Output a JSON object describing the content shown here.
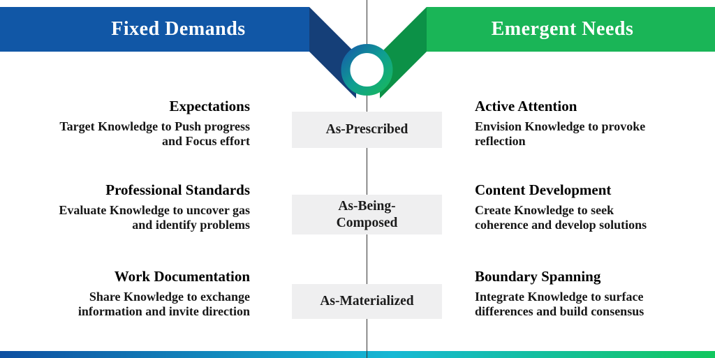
{
  "banners": {
    "left": "Fixed Demands",
    "right": "Emergent Needs"
  },
  "rows": [
    {
      "center_label_lines": [
        "As-Prescribed"
      ],
      "left": {
        "title": "Expectations",
        "body_lines": [
          "Target Knowledge to Push progress",
          "and Focus effort"
        ]
      },
      "right": {
        "title": "Active Attention",
        "body_lines": [
          "Envision Knowledge to provoke",
          "reflection"
        ]
      }
    },
    {
      "center_label_lines": [
        "As-Being-",
        "Composed"
      ],
      "left": {
        "title": "Professional Standards",
        "body_lines": [
          "Evaluate Knowledge to uncover gas",
          "and identify problems"
        ]
      },
      "right": {
        "title": "Content Development",
        "body_lines": [
          "Create Knowledge to seek",
          "coherence and develop solutions"
        ]
      }
    },
    {
      "center_label_lines": [
        "As-Materialized"
      ],
      "left": {
        "title": "Work Documentation",
        "body_lines": [
          "Share Knowledge to exchange",
          "information and invite direction"
        ]
      },
      "right": {
        "title": "Boundary Spanning",
        "body_lines": [
          "Integrate Knowledge to surface",
          "differences and build consensus"
        ]
      }
    }
  ],
  "colors": {
    "banner_blue": "#1157a6",
    "ribbon_fold_navy": "#153f78",
    "banner_green": "#1ab557",
    "ribbon_fold_green": "#0c9147",
    "ring_gradient": [
      "#1560a8",
      "#0f9e92",
      "#18b75f"
    ],
    "bottom_bar_gradient": [
      "#0e4fa1",
      "#16b8d4",
      "#12c75e"
    ],
    "label_box_grey": "#efeff0",
    "axis_line": "#303030"
  }
}
